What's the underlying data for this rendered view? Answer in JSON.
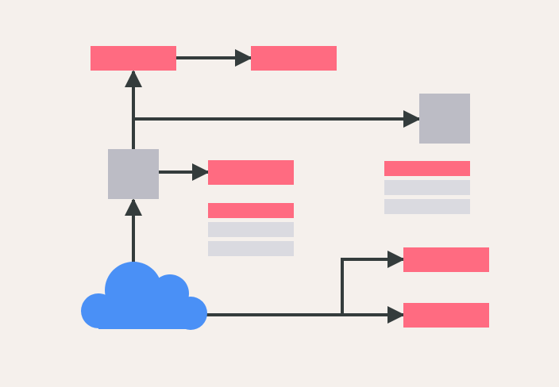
{
  "colors": {
    "background": "#f5f0ec",
    "accent_block": "#ff6b81",
    "server_block": "#bcbcc5",
    "row_block": "#dadae0",
    "connector": "#343c3c",
    "cloud": "#4a90f6"
  },
  "diagram": {
    "nodes": [
      {
        "id": "cloud",
        "kind": "cloud",
        "label": ""
      },
      {
        "id": "server-left",
        "kind": "server",
        "label": ""
      },
      {
        "id": "server-right",
        "kind": "server",
        "label": ""
      },
      {
        "id": "top-left-block",
        "kind": "accent",
        "label": ""
      },
      {
        "id": "top-right-block",
        "kind": "accent",
        "label": ""
      },
      {
        "id": "middle-block",
        "kind": "accent",
        "label": ""
      },
      {
        "id": "bottom-right-upper-block",
        "kind": "accent",
        "label": ""
      },
      {
        "id": "bottom-right-lower-block",
        "kind": "accent",
        "label": ""
      },
      {
        "id": "left-list",
        "kind": "list",
        "rows": 3,
        "label": ""
      },
      {
        "id": "right-list",
        "kind": "list",
        "rows": 3,
        "label": ""
      }
    ],
    "edges": [
      {
        "from": "cloud",
        "to": "server-left"
      },
      {
        "from": "server-left",
        "to": "middle-block"
      },
      {
        "from": "server-left",
        "to": "top-left-block"
      },
      {
        "from": "server-left",
        "to": "server-right"
      },
      {
        "from": "top-left-block",
        "to": "top-right-block"
      },
      {
        "from": "cloud",
        "to": "bottom-right-upper-block"
      },
      {
        "from": "cloud",
        "to": "bottom-right-lower-block"
      }
    ]
  }
}
